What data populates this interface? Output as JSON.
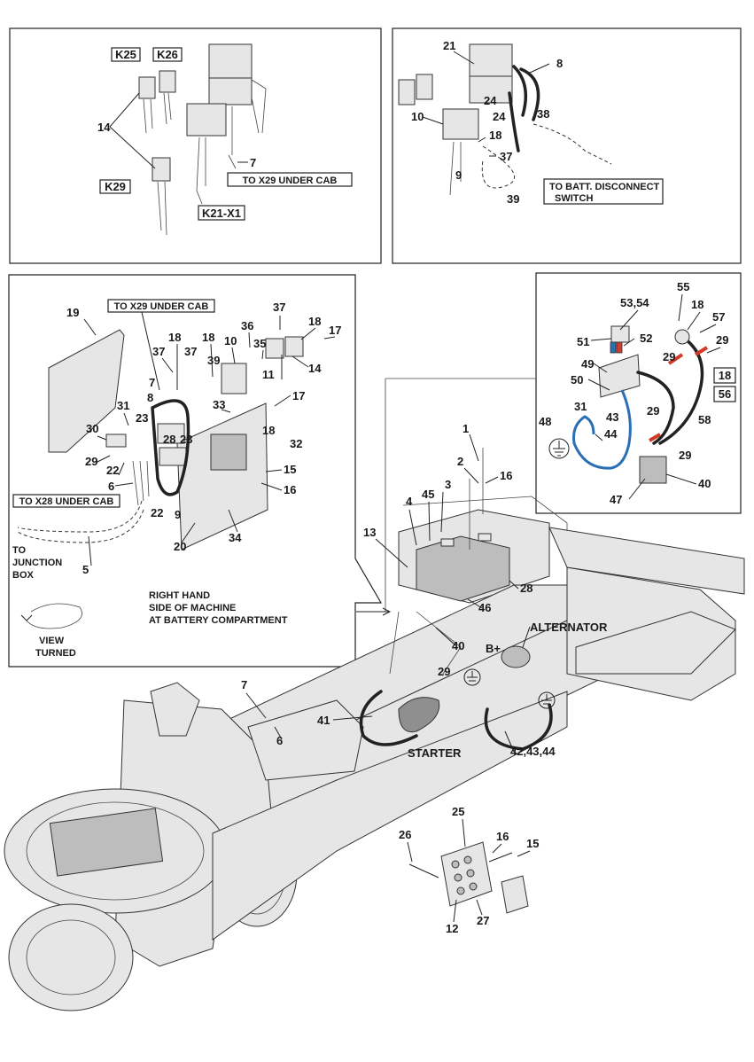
{
  "callouts": {
    "k25": "K25",
    "k26": "K26",
    "k29": "K29",
    "k21x1": "K21-X1",
    "to_x29_a": "TO X29 UNDER CAB",
    "to_x29_b": "TO X29 UNDER CAB",
    "to_x28": "TO X28 UNDER CAB",
    "to_batt_1": "TO BATT. DISCONNECT",
    "to_batt_2": "SWITCH",
    "junction_1": "TO",
    "junction_2": "JUNCTION",
    "junction_3": "BOX",
    "rh_1": "RIGHT HAND",
    "rh_2": "SIDE OF MACHINE",
    "rh_3": "AT BATTERY COMPARTMENT",
    "view_1": "VIEW",
    "view_2": "TURNED",
    "alternator": "ALTERNATOR",
    "starter": "STARTER",
    "bplus": "B+",
    "box18": "18",
    "box56": "56"
  },
  "numbers": {
    "p1": [
      "14",
      "7"
    ],
    "p2": [
      "21",
      "8",
      "24",
      "24",
      "38",
      "10",
      "18",
      "37",
      "9",
      "39"
    ],
    "p3": [
      "19",
      "37",
      "18",
      "37",
      "18",
      "10",
      "36",
      "35",
      "37",
      "18",
      "17",
      "7",
      "39",
      "11",
      "14",
      "8",
      "31",
      "33",
      "23",
      "17",
      "30",
      "28",
      "23",
      "18",
      "32",
      "29",
      "22",
      "15",
      "6",
      "16",
      "22",
      "9",
      "20",
      "34",
      "5"
    ],
    "p4": [
      "55",
      "53,54",
      "18",
      "57",
      "51",
      "52",
      "29",
      "49",
      "29",
      "50",
      "31",
      "43",
      "29",
      "58",
      "48",
      "44",
      "29",
      "47",
      "40"
    ],
    "main": [
      "1",
      "2",
      "16",
      "3",
      "45",
      "4",
      "13",
      "28",
      "46",
      "40",
      "29",
      "7",
      "41",
      "6",
      "42,43,44"
    ],
    "lower": [
      "25",
      "16",
      "15",
      "26",
      "12",
      "27"
    ]
  },
  "colors": {
    "line": "#222222",
    "part_fill": "#e6e6e6",
    "cable_red": "#d23a2a",
    "cable_blue": "#2a6fb5"
  }
}
